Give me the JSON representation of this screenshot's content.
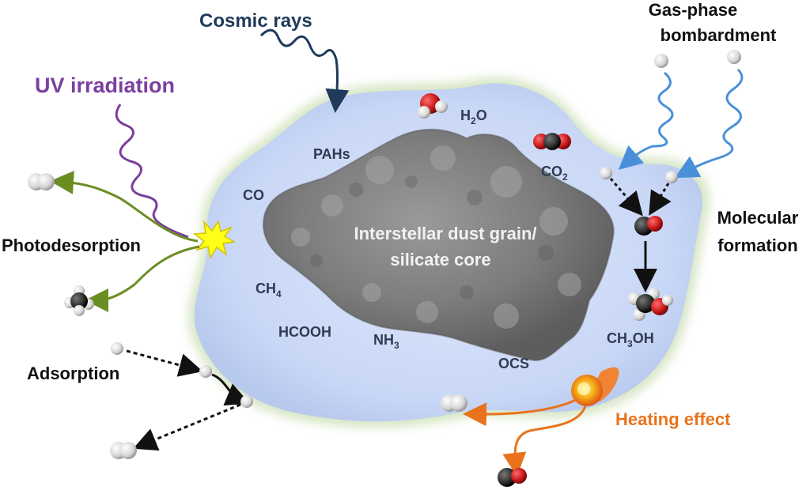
{
  "labels": {
    "cosmic_rays": "Cosmic rays",
    "uv_irradiation": "UV irradiation",
    "gas_phase_line1": "Gas-phase",
    "gas_phase_line2": "bombardment",
    "molecular_line1": "Molecular",
    "molecular_line2": "formation",
    "photodesorption": "Photodesorption",
    "adsorption": "Adsorption",
    "heating_effect": "Heating effect",
    "core_line1": "Interstellar dust grain/",
    "core_line2": "silicate core"
  },
  "molecules": {
    "pahs": "PAHs",
    "co": "CO",
    "h2o_main": "H",
    "h2o_sub": "2",
    "h2o_tail": "O",
    "co2_main": "CO",
    "co2_sub": "2",
    "ch4_main": "CH",
    "ch4_sub": "4",
    "hcooh": "HCOOH",
    "nh3_main": "NH",
    "nh3_sub": "3",
    "ocs": "OCS",
    "ch3oh_a": "CH",
    "ch3oh_sub": "3",
    "ch3oh_b": "OH"
  },
  "colors": {
    "cosmic_rays": "#1f3a5a",
    "uv": "#7b3f9e",
    "gas_phase_wave": "#4a90d9",
    "photodesorption_arrow": "#6b8e23",
    "heating": "#e8731c",
    "ice_mantle": "#c9d8f5",
    "mantle_edge": "#b9d39a",
    "label_dark": "#111111",
    "molecule_label": "#2f3b52"
  }
}
